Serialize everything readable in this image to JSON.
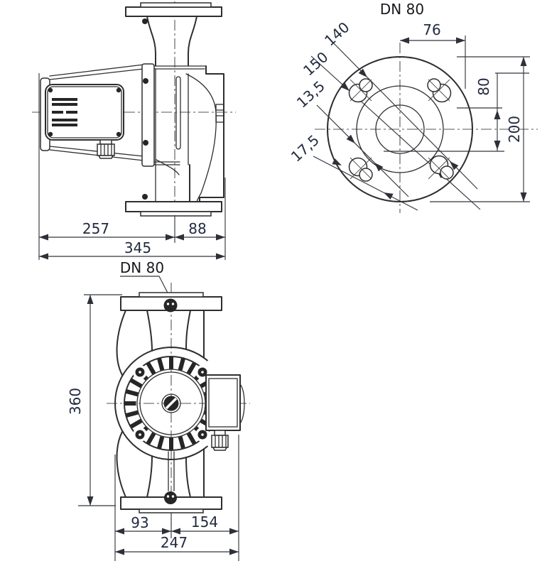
{
  "colors": {
    "line": "#2e2e2e",
    "dim_text": "#222a3f",
    "title_text": "#17191d"
  },
  "side_view": {
    "dim_left": "257",
    "dim_right": "88",
    "dim_total": "345"
  },
  "flange_view": {
    "title": "DN 80",
    "dim_bolt_spacing": "76",
    "dim_hole_offset": "80",
    "dim_flange_od": "200",
    "dim_bolt_circle_inner": "140",
    "dim_bolt_circle_outer": "150",
    "dim_hole_dia_small": "13,5",
    "dim_hole_dia_large": "17,5"
  },
  "front_view": {
    "title": "DN 80",
    "dim_height": "360",
    "dim_left": "93",
    "dim_right": "154",
    "dim_total": "247"
  }
}
